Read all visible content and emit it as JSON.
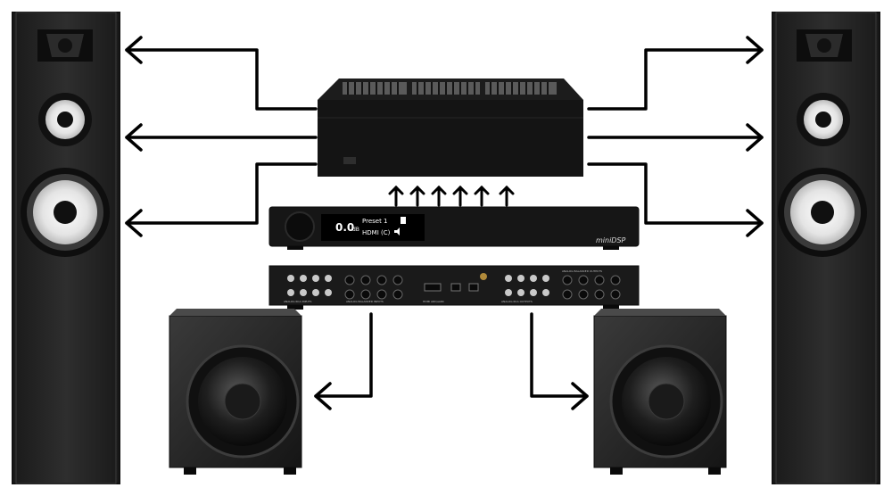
{
  "dsp_display": {
    "volume": "0.0",
    "volume_unit": "dB",
    "preset": "Preset 1",
    "input": "HDMI (C)"
  },
  "brand": "miniDSP",
  "rear_panel": {
    "label_rca_in": "ANALOG RCA INPUTS",
    "label_bal_in": "ANALOG BALANCED INPUTS",
    "label_hdmi": "HDMI ARC/eARC",
    "label_rca_out": "ANALOG RCA OUTPUTS",
    "label_bal_out": "ANALOG BALANCED OUTPUTS"
  },
  "colors": {
    "arrow": "#000000",
    "speaker_body": "#2a2a2a",
    "woofer_cone": "#e8e8e8",
    "amp_body": "#141414",
    "background": "#ffffff"
  },
  "icons": [
    "speaker-icon",
    "hdmi-icon"
  ]
}
